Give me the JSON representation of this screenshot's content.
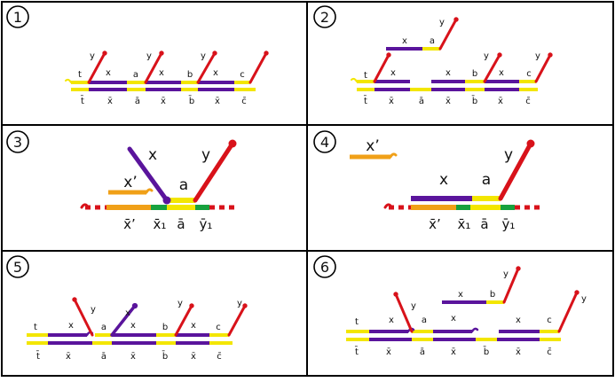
{
  "colors": {
    "border": "#000000",
    "yellow": "#f3e600",
    "purple": "#5a149c",
    "red": "#d8121a",
    "orange": "#f0a018",
    "green": "#17a13e"
  },
  "panels": [
    {
      "number": "1",
      "top_labels": [
        "t",
        "x",
        "a",
        "y",
        "x",
        "b",
        "y",
        "x",
        "c",
        "y"
      ],
      "bottom_labels": [
        "t̄",
        "x̄",
        "ā",
        "x̄",
        "b̄",
        "x̄",
        "c̄"
      ]
    },
    {
      "number": "2",
      "top_labels": [
        "x",
        "a",
        "y",
        "t",
        "x",
        "x",
        "b",
        "y",
        "x",
        "c",
        "y"
      ],
      "bottom_labels": [
        "t̄",
        "x̄",
        "ā",
        "x̄",
        "b̄",
        "x̄",
        "c̄"
      ]
    },
    {
      "number": "3",
      "top_labels": [
        "x",
        "x’",
        "a",
        "y"
      ],
      "bottom_labels": [
        "x̄’",
        "x̄₁",
        "ā",
        "ȳ₁"
      ]
    },
    {
      "number": "4",
      "top_labels": [
        "x’",
        "x",
        "a",
        "y"
      ],
      "bottom_labels": [
        "x̄’",
        "x̄₁",
        "ā",
        "ȳ₁"
      ]
    },
    {
      "number": "5",
      "top_labels": [
        "t",
        "x",
        "y",
        "a",
        "x",
        "x",
        "b",
        "y",
        "x",
        "c",
        "y"
      ],
      "bottom_labels": [
        "t̄",
        "x̄",
        "ā",
        "x̄",
        "b̄",
        "x̄",
        "c̄"
      ]
    },
    {
      "number": "6",
      "top_labels": [
        "y",
        "x",
        "b",
        "t",
        "x",
        "y",
        "a",
        "x",
        "x",
        "c",
        "y"
      ],
      "bottom_labels": [
        "t̄",
        "x̄",
        "ā",
        "x̄",
        "b̄",
        "x̄",
        "c̄"
      ]
    }
  ]
}
